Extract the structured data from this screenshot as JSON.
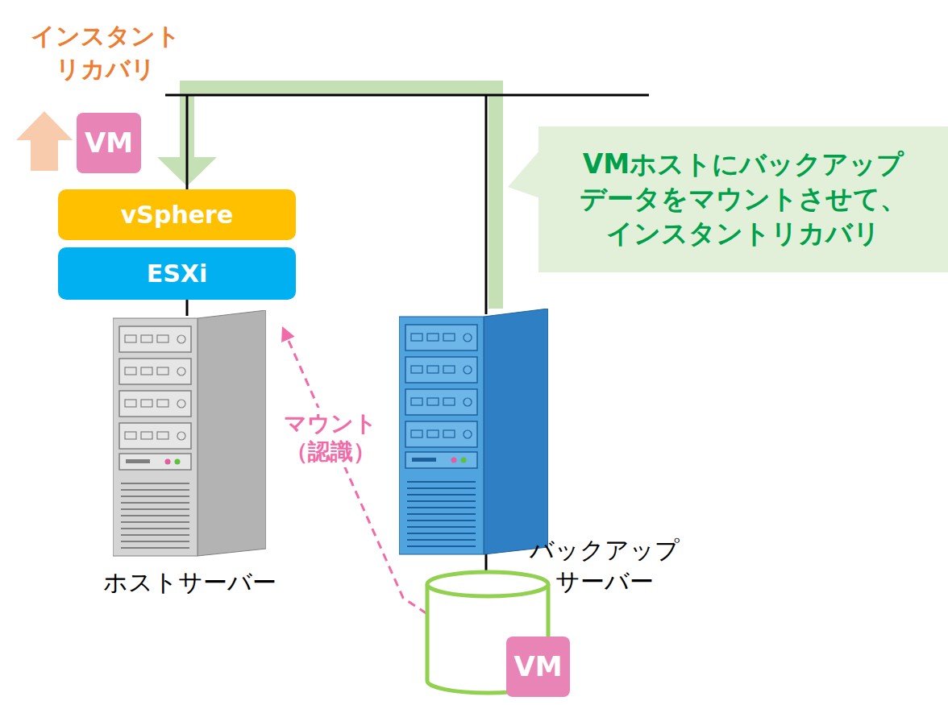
{
  "diagram": {
    "nodes": [
      {
        "text": [
          "VM"
        ]
      },
      {
        "text": [
          "vSphere"
        ]
      },
      {
        "text": [
          "ESXi"
        ]
      },
      {
        "text": [
          "VMホストにバックアップ データをマウントさせて、 インスタントリカバリ"
        ]
      },
      {
        "text": [
          "ホストサーバー"
        ]
      },
      {
        "text": [
          "バックアップ サーバー"
        ]
      },
      {
        "text": [
          "VM"
        ]
      }
    ],
    "edges": [
      {
        "from": 5,
        "to": 1,
        "arrow": "to"
      },
      {
        "from": 6,
        "to": 4,
        "arrow": "to",
        "label": "マウント （認識）"
      }
    ],
    "labels": [
      "インスタント リカバリ"
    ]
  }
}
